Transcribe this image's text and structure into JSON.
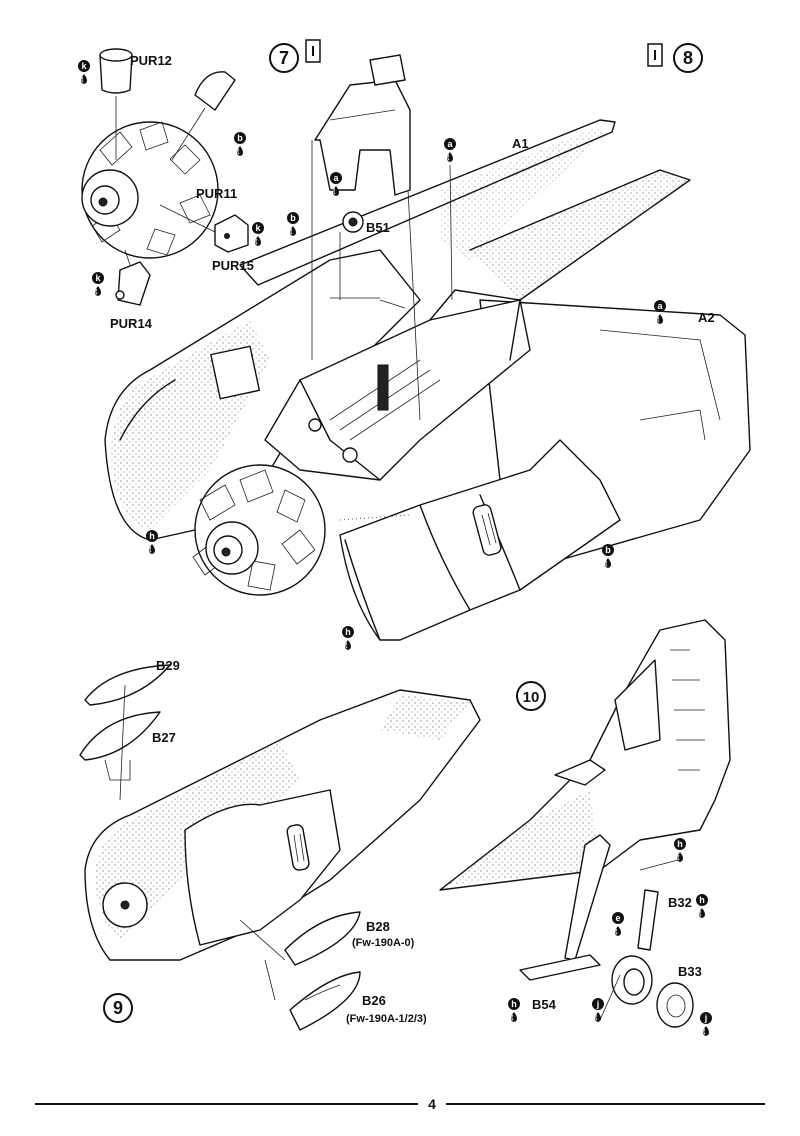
{
  "steps": [
    {
      "number": "7"
    },
    {
      "number": "8"
    },
    {
      "number": "9"
    },
    {
      "number": "10"
    }
  ],
  "parts": {
    "pur12": "PUR12",
    "pur11": "PUR11",
    "pur15": "PUR15",
    "pur14": "PUR14",
    "b51": "B51",
    "a1": "A1",
    "a2": "A2",
    "b29": "B29",
    "b27": "B27",
    "b28": "B28",
    "b28_note": "(Fw-190A-0)",
    "b26": "B26",
    "b26_note": "(Fw-190A-1/2/3)",
    "b32": "B32",
    "b33": "B33",
    "b54": "B54"
  },
  "paint_codes": {
    "k": "k",
    "b": "b",
    "a": "a",
    "h": "h",
    "e": "e",
    "j": "j"
  },
  "footer": {
    "page_number": "4"
  }
}
